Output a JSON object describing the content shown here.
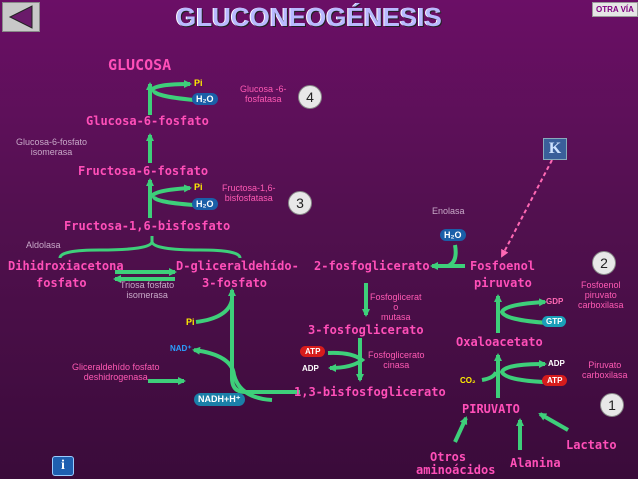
{
  "header": {
    "title": "GLUCONEOGÉNESIS",
    "nav_button": "OTRA VÍA"
  },
  "metabolites": {
    "glucosa": "GLUCOSA",
    "glucosa6p": "Glucosa-6-fosfato",
    "fructosa6p": "Fructosa-6-fosfato",
    "fructosa16bp": "Fructosa-1,6-bisfosfato",
    "dhap_1": "Dihidroxiacetona",
    "dhap_2": "fosfato",
    "gap_1": "D-gliceraldehído-",
    "gap_2": "3-fosfato",
    "pg2": "2-fosfoglicerato",
    "pep_1": "Fosfoenol",
    "pep_2": "piruvato",
    "pg3": "3-fosfoglicerato",
    "oaa": "Oxaloacetato",
    "bpg": "1,3-bisfosfoglicerato",
    "piruvato": "PIRUVATO",
    "lactato": "Lactato",
    "alanina": "Alanina",
    "otros_1": "Otros",
    "otros_2": "aminoácidos"
  },
  "enzymes": {
    "g6pasa_1": "Glucosa -6-",
    "g6pasa_2": "fosfatasa",
    "gpi_1": "Glucosa-6-fosfato",
    "gpi_2": "isomerasa",
    "fbpasa_1": "Fructosa-1,6-",
    "fbpasa_2": "bisfosfatasa",
    "aldolasa": "Aldolasa",
    "tpi_1": "Triosa fosfato",
    "tpi_2": "isomerasa",
    "enolasa": "Enolasa",
    "pgm_1": "Fosfoglicerat",
    "pgm_2": "o",
    "pgm_3": "mutasa",
    "pgk_1": "Fosfoglicerato",
    "pgk_2": "cinasa",
    "gapdh_1": "Gliceraldehído fosfato",
    "gapdh_2": "deshidrogenasa",
    "pepck_1": "Fosfoenol",
    "pepck_2": "piruvato",
    "pepck_3": "carboxilasa",
    "pc_1": "Piruvato",
    "pc_2": "carboxilasa"
  },
  "cofactors": {
    "pi": "Pi",
    "h2o": "H₂O",
    "nad": "NAD⁺",
    "nadh": "NADH+H⁺",
    "atp": "ATP",
    "adp": "ADP",
    "gdp": "GDP",
    "gtp": "GTP",
    "co2": "CO₂"
  },
  "badges": {
    "n1": "1",
    "n2": "2",
    "n3": "3",
    "n4": "4",
    "k": "K"
  },
  "colors": {
    "background": "#5c0f58",
    "metabolite": "#ff4fb8",
    "arrow": "#3ecf7a",
    "title": "#b9b9ff",
    "atp": "#d61c1c",
    "h2o": "#1a5fa8"
  }
}
